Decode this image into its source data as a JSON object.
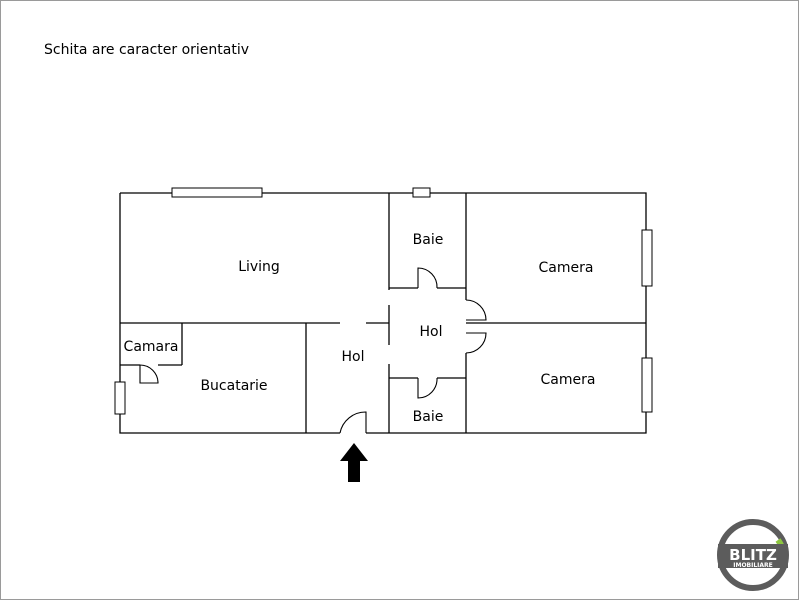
{
  "caption": "Schita are caracter orientativ",
  "rooms": {
    "living": "Living",
    "baie_top": "Baie",
    "camera_top": "Camera",
    "camara": "Camara",
    "hol_center": "Hol",
    "hol_right": "Hol",
    "bucatarie": "Bucatarie",
    "baie_bottom": "Baie",
    "camera_bottom": "Camera"
  },
  "logo": {
    "brand": "BLITZ",
    "subtitle": "IMOBILIARE",
    "ring_color": "#5c5c5c",
    "accent_color": "#8dc63f"
  },
  "entrance_arrow": "arrow-up-icon"
}
